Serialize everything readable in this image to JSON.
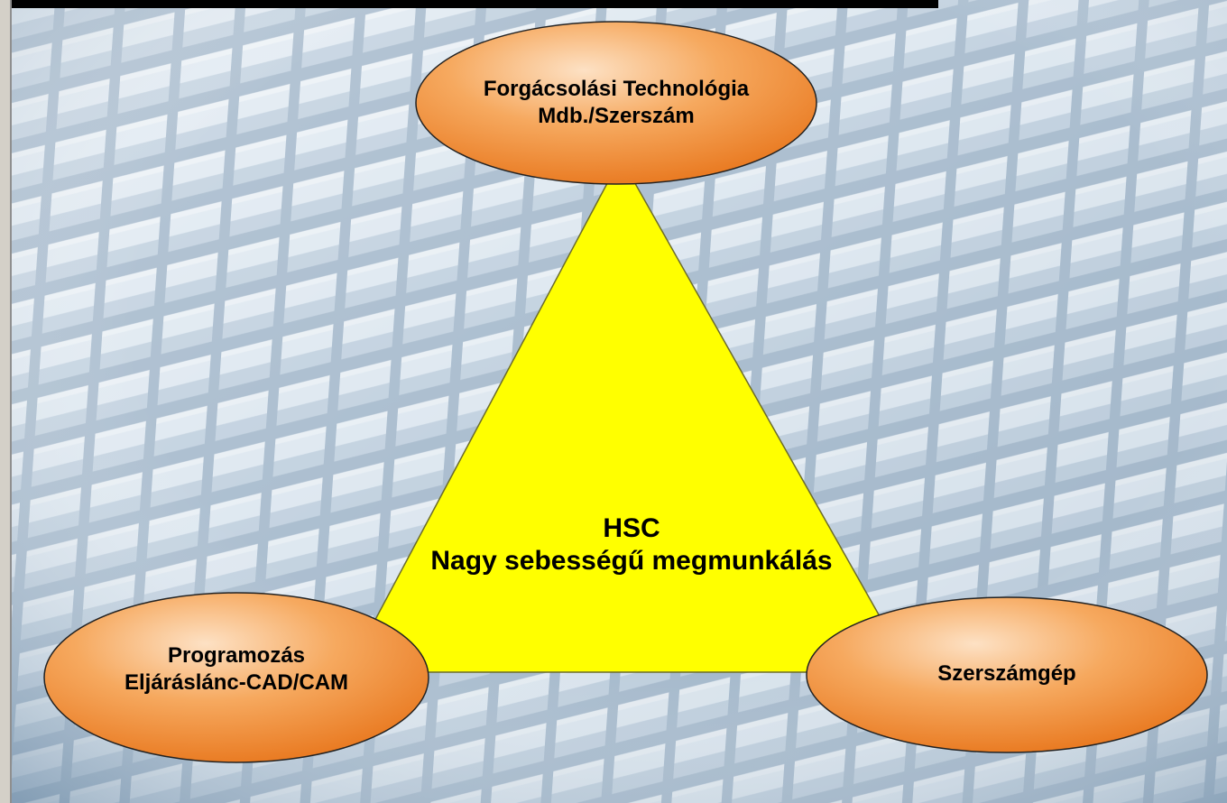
{
  "center": {
    "line1": "HSC",
    "line2": "Nagy sebességű megmunkálás"
  },
  "nodes": {
    "top": {
      "line1": "Forgácsolási Technológia",
      "line2": "Mdb./Szerszám"
    },
    "left": {
      "line1": "Programozás",
      "line2": "Eljáráslánc-CAD/CAM"
    },
    "right": {
      "line1": "Szerszámgép"
    }
  },
  "colors": {
    "triangle": "#ffff00",
    "ellipse": "#f08a2c",
    "ellipse_highlight": "#fde1c4",
    "background": "#a9bccd",
    "left_strip": "#d4d0c8",
    "top_bar": "#000000"
  }
}
